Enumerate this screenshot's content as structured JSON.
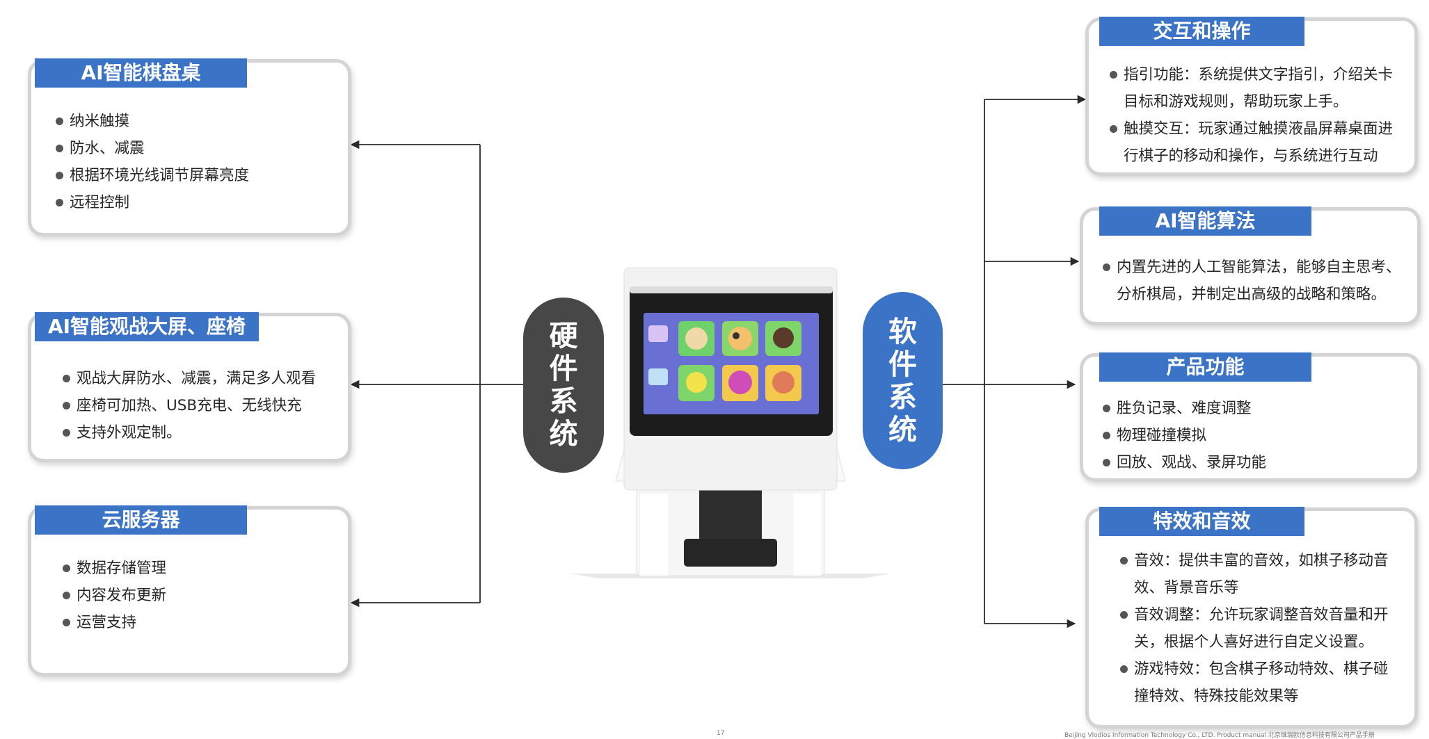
{
  "left_cards": [
    {
      "title": "AI智能棋盘桌",
      "items": [
        "纳米触摸",
        "防水、减震",
        "根据环境光线调节屏幕亮度",
        "远程控制"
      ]
    },
    {
      "title": "AI智能观战大屏、座椅",
      "items": [
        "观战大屏防水、减震，满足多人观看",
        "座椅可加热、USB充电、无线快充",
        "支持外观定制。"
      ]
    },
    {
      "title": "云服务器",
      "items": [
        "数据存储管理",
        "内容发布更新",
        "运营支持"
      ]
    }
  ],
  "hub_left": {
    "chars": [
      "硬",
      "件",
      "系",
      "统"
    ],
    "color": "#474747"
  },
  "hub_right": {
    "chars": [
      "软",
      "件",
      "系",
      "统"
    ],
    "color": "#3b73c6"
  },
  "right_cards": [
    {
      "title": "交互和操作",
      "items": [
        [
          "指引功能：系统提供文字指引，介绍关卡",
          "目标和游戏规则，帮助玩家上手。"
        ],
        [
          "触摸交互：玩家通过触摸液晶屏幕桌面进",
          "行棋子的移动和操作，与系统进行互动"
        ]
      ]
    },
    {
      "title": "AI智能算法",
      "items": [
        [
          "内置先进的人工智能算法，能够自主思考、",
          "分析棋局，并制定出高级的战略和策略。"
        ]
      ]
    },
    {
      "title": "产品功能",
      "items": [
        [
          "胜负记录、难度调整"
        ],
        [
          "物理碰撞模拟"
        ],
        [
          "回放、观战、录屏功能"
        ]
      ]
    },
    {
      "title": "特效和音效",
      "items": [
        [
          "音效：提供丰富的音效，如棋子移动音",
          "效、背景音乐等"
        ],
        [
          "音效调整：允许玩家调整音效音量和开",
          "关，根据个人喜好进行自定义设置。"
        ],
        [
          "游戏特效：包含棋子移动特效、棋子碰",
          "撞特效、特殊技能效果等"
        ]
      ]
    }
  ],
  "footer": {
    "page": "17",
    "company": "Beijing Vlodios Information Technology Co., LTD. Product manual 北京维瑞欧信息科技有限公司产品手册"
  },
  "colors": {
    "accent": "#3b73c6",
    "dark": "#474747",
    "line": "#2b2b2b"
  }
}
